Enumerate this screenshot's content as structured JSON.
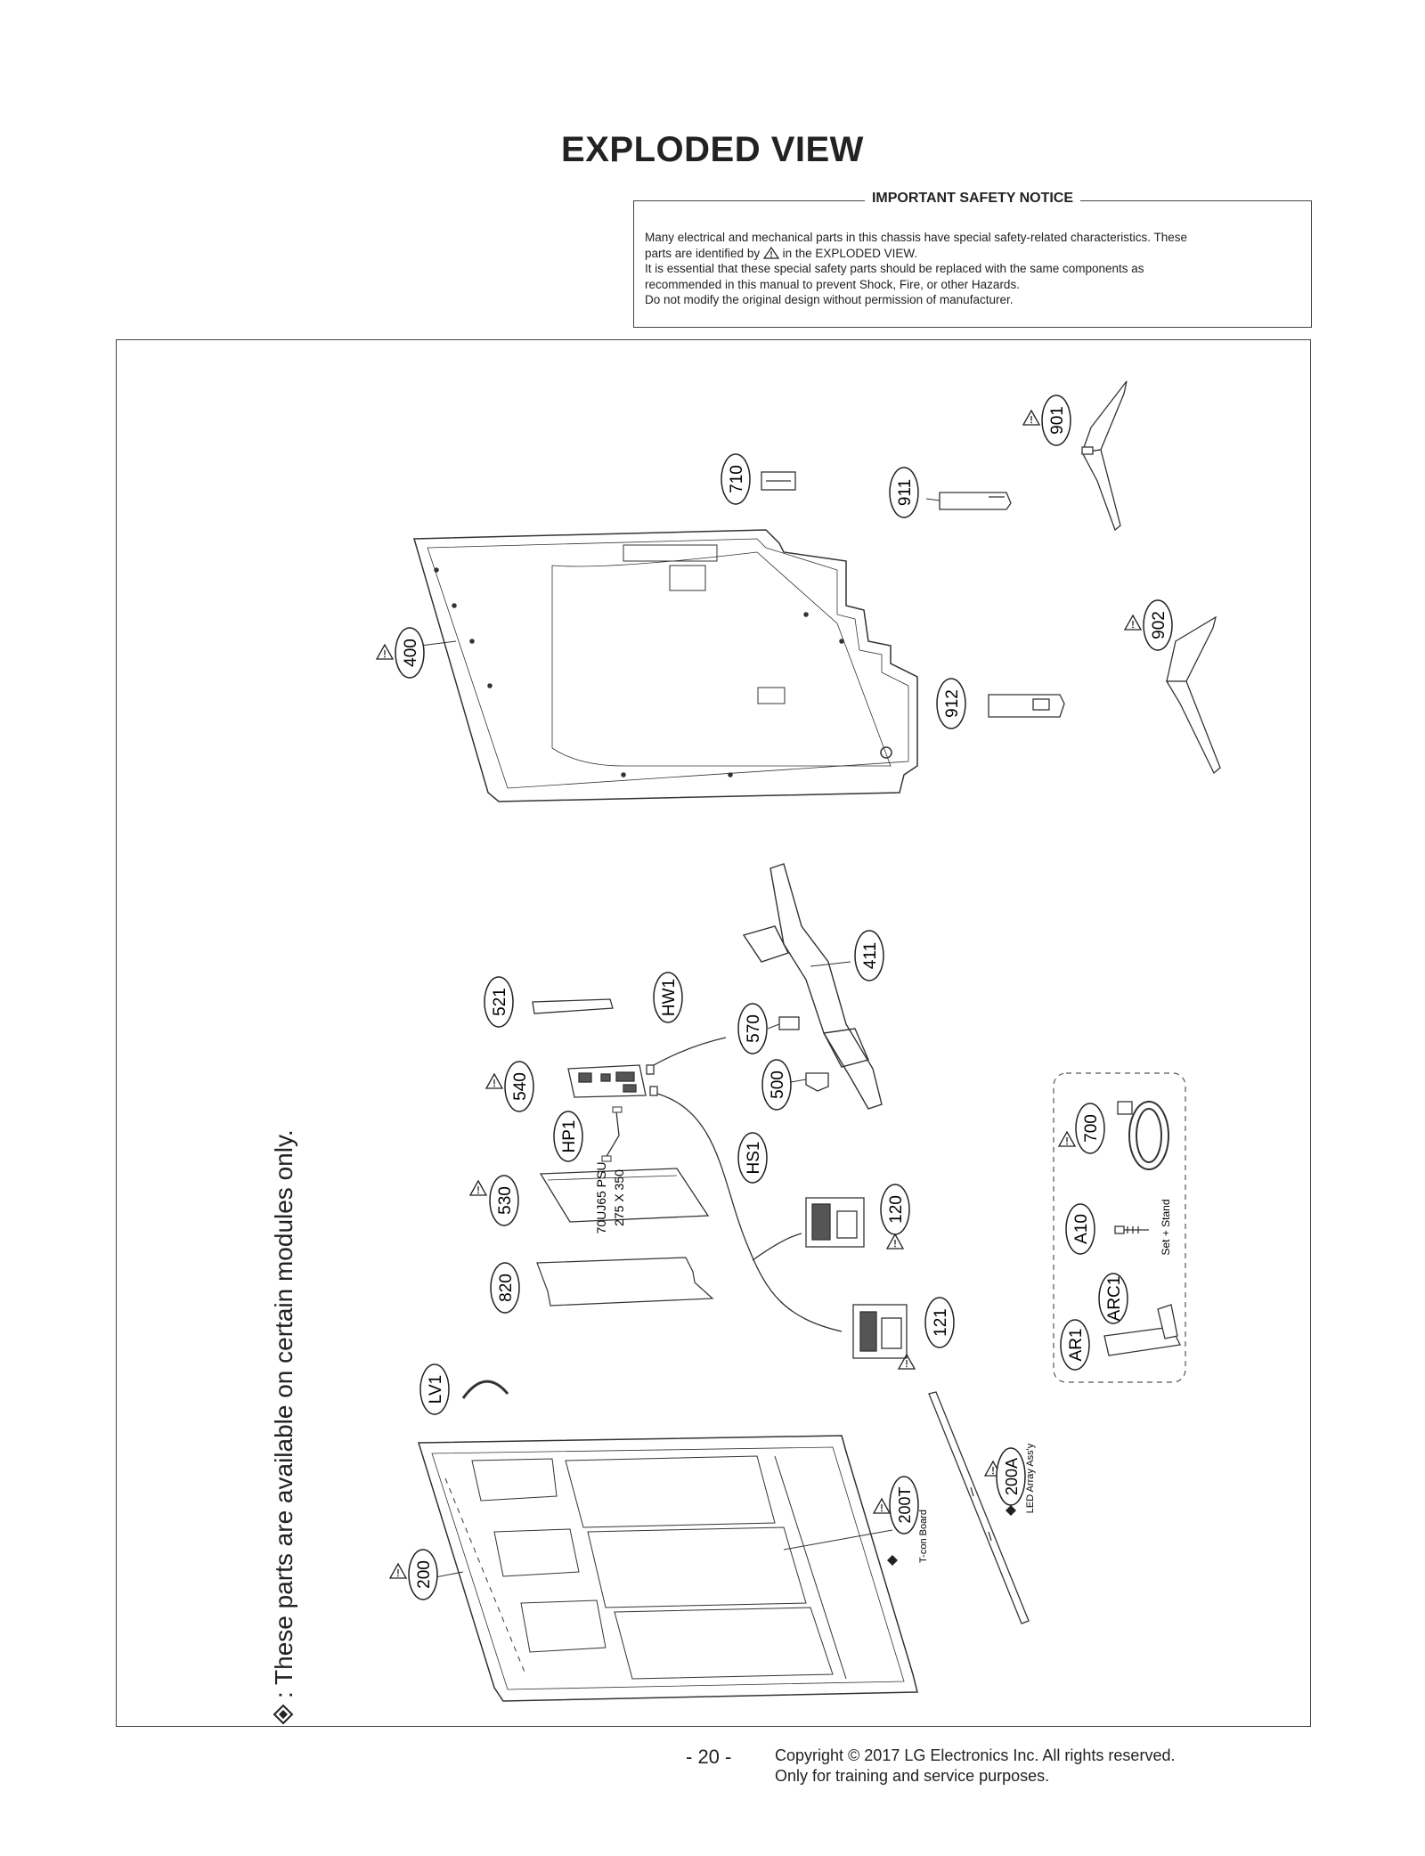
{
  "page": {
    "title": "EXPLODED VIEW",
    "page_number": "- 20 -"
  },
  "notice": {
    "title": "IMPORTANT SAFETY NOTICE",
    "line1": "Many electrical and mechanical parts in this chassis have special safety-related characteristics. These",
    "line2a": "parts are identified by",
    "line2b": "in the EXPLODED VIEW.",
    "line3": "It is essential that these special safety parts should be replaced with the same components as",
    "line4": "recommended in this manual to prevent Shock, Fire, or other Hazards.",
    "line5": "Do not modify the original design without permission of manufacturer."
  },
  "diagram": {
    "side_note": ": These parts are available on certain modules only.",
    "sticker_text_1": "70UJ65 PSU",
    "sticker_text_2": "275 X 350",
    "accessory_group_label": "Set + Stand",
    "labels": {
      "p200": "200",
      "p200T": "200T",
      "p200T_desc": "T-con Board",
      "p200A": "200A",
      "p200A_desc": "LED Array Ass'y",
      "lv1": "LV1",
      "p820": "820",
      "p530": "530",
      "hp1": "HP1",
      "p540": "540",
      "p521": "521",
      "hw1": "HW1",
      "p570": "570",
      "p500": "500",
      "p411": "411",
      "hs1": "HS1",
      "p120": "120",
      "p121": "121",
      "p400": "400",
      "p710": "710",
      "p911": "911",
      "p901": "901",
      "p902": "902",
      "p912": "912",
      "p700": "700",
      "a10": "A10",
      "arc1": "ARC1",
      "ar1": "AR1"
    }
  },
  "footer": {
    "copyright_line1": "Copyright © 2017 LG Electronics Inc. All rights reserved.",
    "copyright_line2": "Only for training and service purposes."
  }
}
